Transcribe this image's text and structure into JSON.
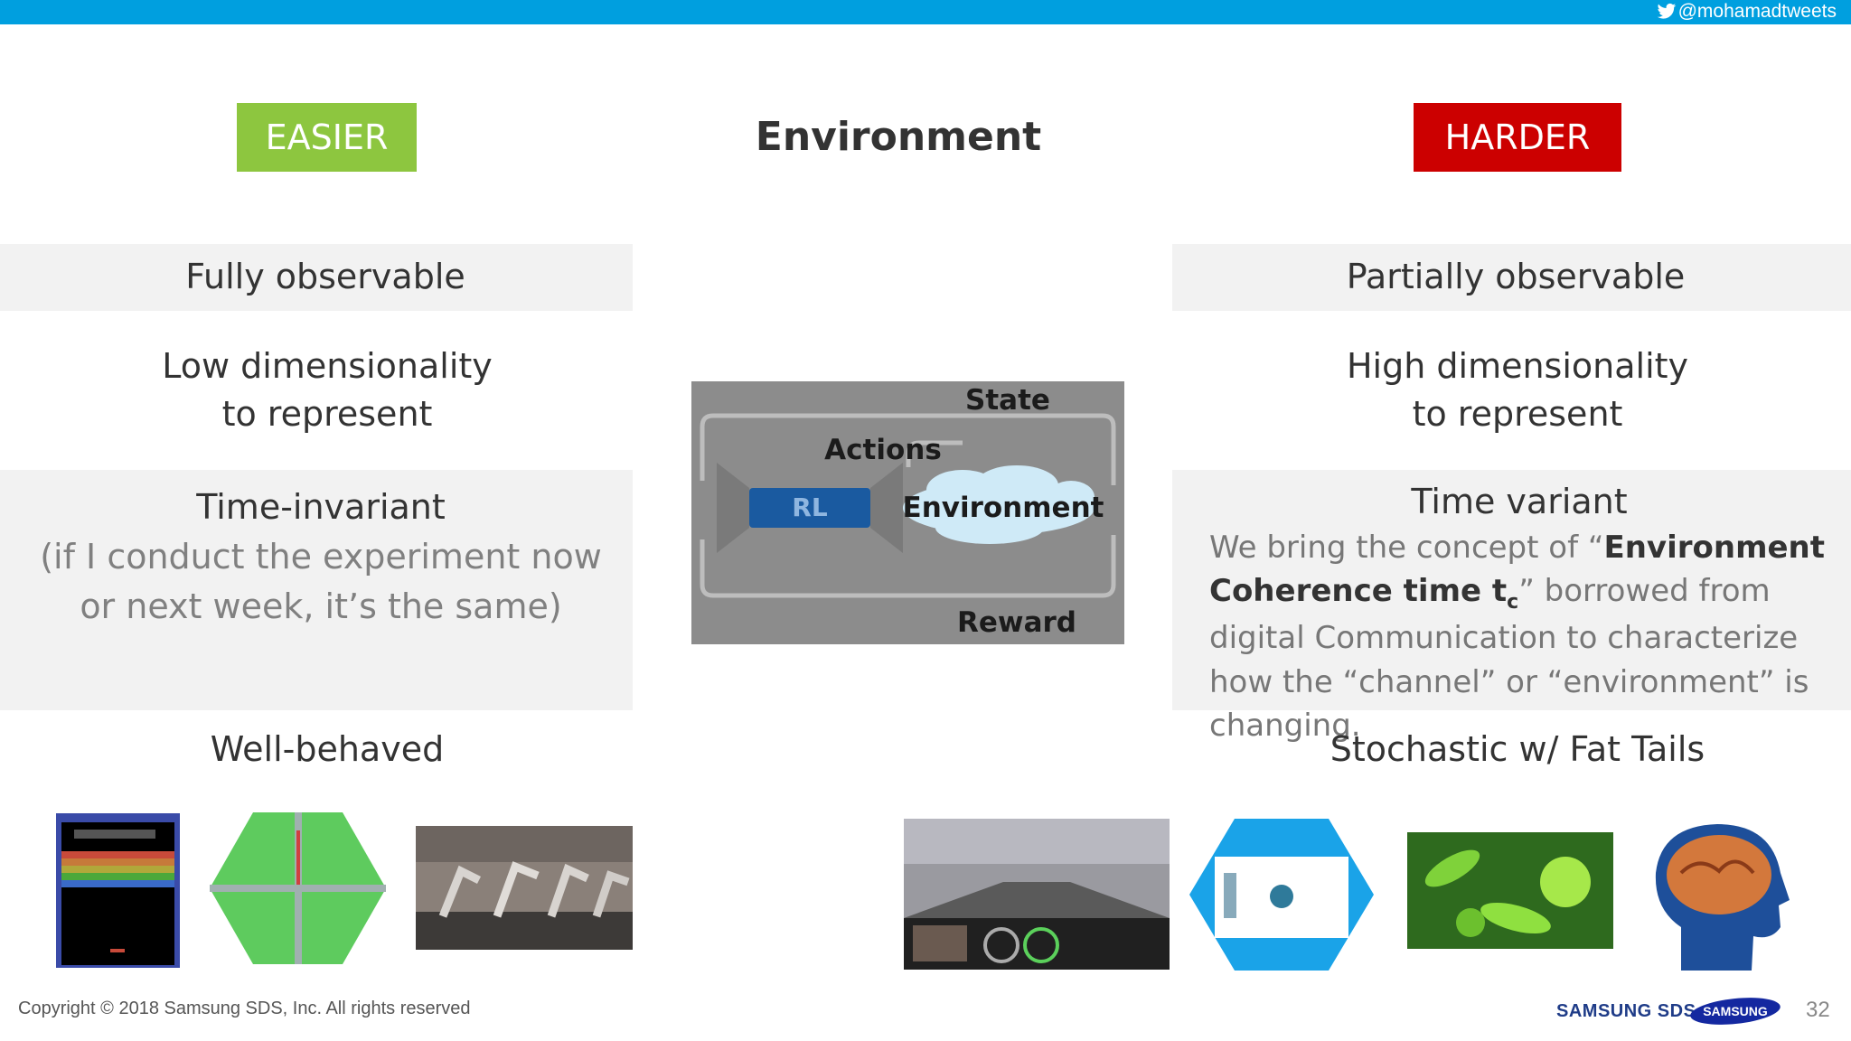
{
  "header": {
    "twitter_handle": "@mohamadtweets",
    "accent_color": "#009fdf"
  },
  "badges": {
    "easier": "EASIER",
    "harder": "HARDER",
    "easier_color": "#8dc63f",
    "harder_color": "#cc0000"
  },
  "title": "Environment",
  "left_column": {
    "row1": "Fully observable",
    "row2_line1": "Low dimensionality",
    "row2_line2": "to represent",
    "row3_title": "Time-invariant",
    "row3_sub1": "(if I conduct the experiment now",
    "row3_sub2": "or next week, it’s the same)",
    "row4": "Well-behaved"
  },
  "right_column": {
    "row1": "Partially observable",
    "row2_line1": "High dimensionality",
    "row2_line2": "to represent",
    "row3_title": "Time variant",
    "desc_part1": "We bring the concept of  “",
    "desc_bold1": "Environment Coherence time t",
    "desc_subscript": "c",
    "desc_part2": "” borrowed from digital Communication to characterize how the “channel” or “environment” is changing.",
    "row4": "Stochastic w/ Fat Tails"
  },
  "diagram": {
    "state": "State",
    "actions": "Actions",
    "rl": "RL",
    "environment": "Environment",
    "reward": "Reward"
  },
  "footer": {
    "copyright": "Copyright © 2018 Samsung SDS, Inc. All rights reserved",
    "brand": "SAMSUNG SDS",
    "samsung": "SAMSUNG",
    "page_number": "32"
  }
}
